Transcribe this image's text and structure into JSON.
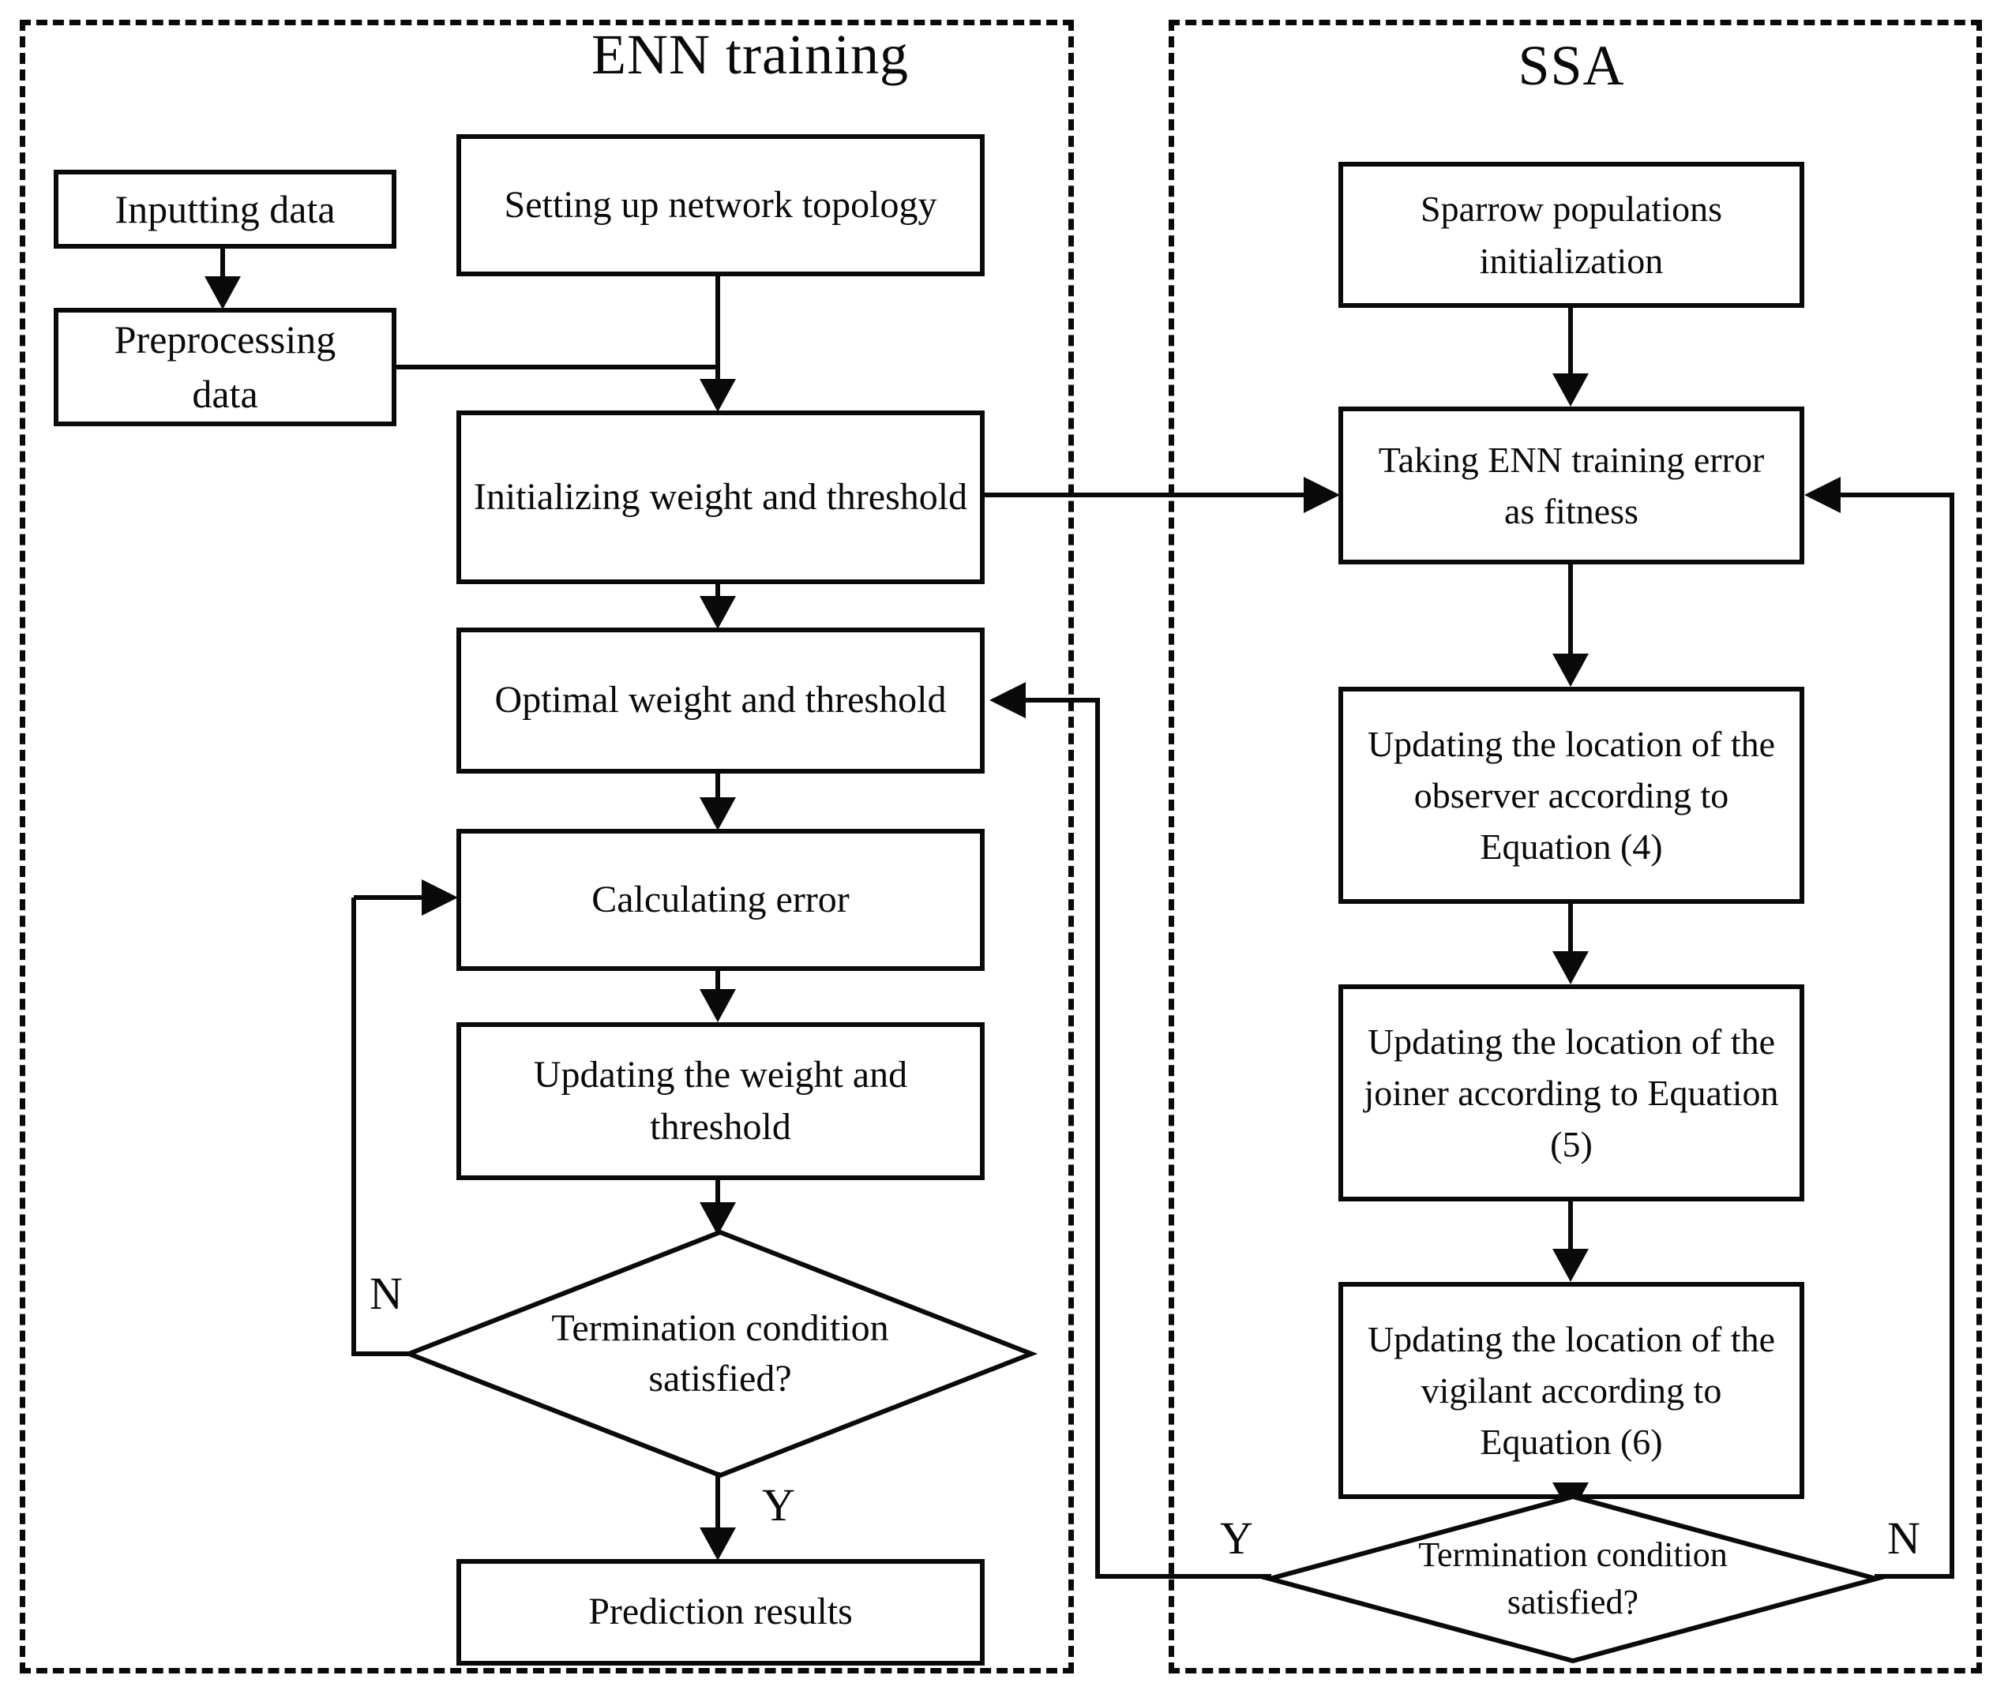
{
  "figure": {
    "type": "flowchart",
    "description": "Flowchart of ENN training combined with SSA optimization"
  },
  "colors": {
    "ink": "#0a0a0a",
    "background": "#ffffff"
  },
  "panels": {
    "enn": {
      "title": "ENN training"
    },
    "ssa": {
      "title": "SSA"
    }
  },
  "nodes": {
    "inputting": {
      "label": "Inputting data",
      "shape": "rect"
    },
    "preprocessing": {
      "label": "Preprocessing data",
      "shape": "rect"
    },
    "setting": {
      "label": "Setting up network topology",
      "shape": "rect"
    },
    "initializing": {
      "label": "Initializing weight and threshold",
      "shape": "rect"
    },
    "optimal": {
      "label": "Optimal weight and threshold",
      "shape": "rect"
    },
    "calculating": {
      "label": "Calculating error",
      "shape": "rect"
    },
    "updating_wt": {
      "label": "Updating the weight and threshold",
      "shape": "rect"
    },
    "termination_enn": {
      "label": "Termination condition satisfied?",
      "shape": "diamond"
    },
    "prediction": {
      "label": "Prediction results",
      "shape": "rect"
    },
    "sparrow": {
      "label": "Sparrow populations initialization",
      "shape": "rect"
    },
    "taking": {
      "label": "Taking ENN training error as fitness",
      "shape": "rect"
    },
    "observer": {
      "label": "Updating the location of the observer according to Equation (4)",
      "shape": "rect"
    },
    "joiner": {
      "label": "Updating the location of the joiner according to Equation (5)",
      "shape": "rect"
    },
    "vigilant": {
      "label": "Updating the location of the vigilant according to Equation (6)",
      "shape": "rect"
    }
  },
  "branch_labels": {
    "enn_no": "N",
    "enn_yes": "Y",
    "ssa_yes": "Y",
    "ssa_no": "N"
  }
}
